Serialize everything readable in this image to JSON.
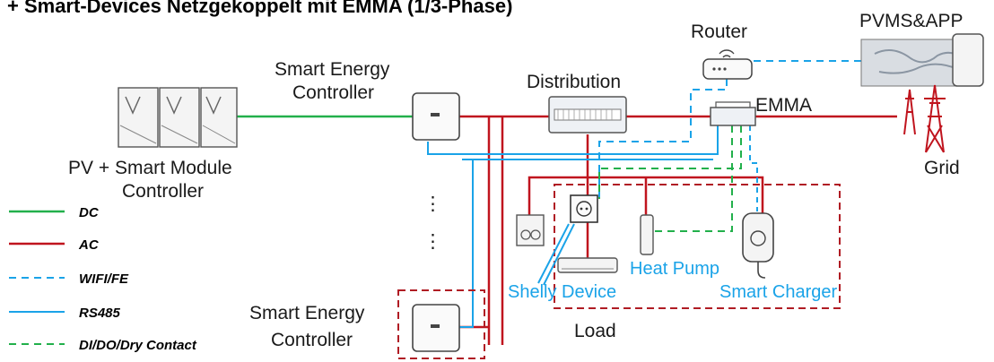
{
  "title": "+ Smart-Devices Netzgekoppelt mit EMMA (1/3-Phase)",
  "labels": {
    "pv": "PV + Smart Module",
    "pv2": "Controller",
    "sec_top1": "Smart Energy",
    "sec_top2": "Controller",
    "distribution": "Distribution",
    "router": "Router",
    "pvms": "PVMS&APP",
    "emma": "EMMA",
    "grid": "Grid",
    "sec_bottom1": "Smart Energy",
    "sec_bottom2": "Controller",
    "load": "Load",
    "shelly": "Shelly Device",
    "heat_pump": "Heat Pump",
    "smart_charger": "Smart Charger",
    "ellipsis": "⋮"
  },
  "legend": [
    {
      "label": "DC",
      "color": "#22b04b",
      "dashed": false
    },
    {
      "label": "AC",
      "color": "#c0141e",
      "dashed": false
    },
    {
      "label": "WIFI/FE",
      "color": "#1aa3e8",
      "dashed": true
    },
    {
      "label": "RS485",
      "color": "#1aa3e8",
      "dashed": false
    },
    {
      "label": "DI/DO/Dry Contact",
      "color": "#22b04b",
      "dashed": true
    }
  ],
  "colors": {
    "dc": "#22b04b",
    "ac": "#c0141e",
    "comm": "#1aa3e8",
    "load_box": "#b01c24"
  }
}
